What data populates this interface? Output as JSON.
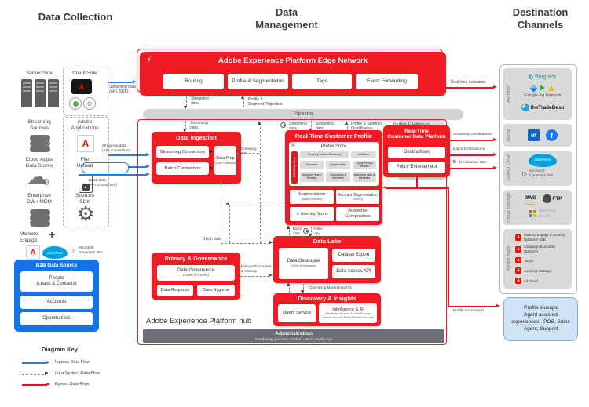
{
  "headers": {
    "collection": "Data Collection",
    "management": "Data\nManagement",
    "channels": "Destination\nChannels"
  },
  "icons": {
    "lightning": "⚡",
    "gear": "⚙",
    "cloud": "☁",
    "adobe_a": "A",
    "upload_arrow": "▲",
    "dynamics_arrow": "▷",
    "grid": "▦",
    "oplus": "⊕",
    "plus": "+",
    "bing_b": "b",
    "linkedin": "in",
    "facebook": "f"
  },
  "collection": {
    "server_side": "Server Side",
    "client_side": "Client Side",
    "streaming_api_sdk": "Streaming data\n(API, SDK)",
    "streaming_sources": "Streaming\nSources",
    "adobe_applications": "Adobe\nApplications",
    "cloud_apps": "Cloud Apps/\nData Stores",
    "file_upload": "File\nUpload",
    "enterprise_dw": "Enterprise\nDW / MDM",
    "sources_sdk": "Sources\nSDK",
    "streaming_api_connectors": "Streaming data\n(API, Connectors)",
    "batch_api_connectors": "Batch data\n(API, Connectors)",
    "marketo": "Marketo\nEngage",
    "salesforce": "salesforce",
    "dynamics": "Microsoft\nDynamics 365",
    "b2b": {
      "title": "B2B Data Source",
      "items": [
        "People\n(Leads & Contacts)",
        "Accounts",
        "Opportunities"
      ]
    },
    "key": {
      "title": "Diagram Key",
      "ingress": "Ingress Data Flow",
      "intra": "Intra System Data Flow",
      "egress": "Egress Data Flow"
    }
  },
  "edge": {
    "title": "Adobe Experience Platform Edge Network",
    "boxes": [
      "Routing",
      "Profile & Segmentaiton",
      "Tags",
      "Event Forwarding"
    ]
  },
  "pipeline": "Pipeline",
  "flows": {
    "streaming_data": "Streaming\ndata",
    "profile_segment_projection": "Profile &\nSegment Projection",
    "profile_segment_qualification": "Profile & Segment\nQualification",
    "profiles_audiences": "Profiles & Audiences",
    "batch_data": "Batch\ndata",
    "batch_data_inline": "Batch data",
    "profile_copy": "Profile\ncopy",
    "queries_model_insights": "Queries & Model Insights",
    "policy_cleanup": "Policy enforcement\n& cleanup",
    "real_time_activation": "Real-time Activation",
    "streaming_destinations": "Streaming Destinations",
    "batch_destinations": "Batch Destinations",
    "destination_sdk": "Destination SDK",
    "profile_access_api": "Profile Access API"
  },
  "hub": {
    "label": "Adobe Experience Platform hub",
    "ingestion": {
      "title": "Data Ingestion",
      "streaming_connectors": "Streaming Connectors",
      "batch_connectors": "Batch Connectors",
      "data_prep": "Data Prep",
      "data_prep_sub": "(XDM Translator)"
    },
    "rtcp": {
      "title": "Real-Time Customer Profile",
      "profile_store": "Profile Store",
      "b2b_entity_store": "B2B Entity Store",
      "chips": [
        "People (Leads & Contacts)",
        "Activities",
        "Accounts",
        "Opportunities",
        "Oppty-Person Relation",
        "Account-Person Relation",
        "Campaigns & Members",
        "Marketing Lists & Members"
      ],
      "segmentation": "Segmentation",
      "segmentation_sub": "(Batch/Stream)",
      "account_segmentation": "Account Segmentation",
      "account_segmentation_sub": "(Batch)",
      "identity_store": "Identity Store",
      "audience_composition": "Audience\nComposition"
    },
    "rtcdp": {
      "title": "Real-Time\nCustomer Data Platform",
      "destinations": "Destinations",
      "policy_enforcement": "Policy Enforcement"
    },
    "privacy": {
      "title": "Privacy & Governance",
      "data_governance": "Data Governance",
      "data_governance_sub": "(Labels & Policies)",
      "data_requests": "Data Requests",
      "data_hygiene": "Data Hygiene"
    },
    "lake": {
      "title": "Data Lake",
      "data_catalogue": "Data Catalogue",
      "data_catalogue_sub": "(XDM & Datasets)",
      "dataset_export": "Dataset Export",
      "data_access_api": "Data Access API"
    },
    "discovery": {
      "title": "Discovery & Insights",
      "query_service": "Query Service",
      "intelligence": "Intelligence & AI",
      "intelligence_sub": "(Predictive Account & Lead Scoring/\nLead-to-Account Match/Related Account)"
    },
    "admin": {
      "title": "Administration",
      "sub": "Sandboxing  |  Access Control  |  Alerts  |  Audit Logs"
    }
  },
  "dest": {
    "ad_tech": "Ad Tech",
    "bing": "Bing ads",
    "google": "Google Ad Network",
    "ttd": "theTradeDesk",
    "social": "Social",
    "sales_crm": "Sales / CRM",
    "salesforce": "salesforce",
    "dynamics": "Microsoft\nDynamics 365",
    "cloud_storage": "Cloud Storage",
    "aws": "aws",
    "ftp": "FTP",
    "azure": "Microsoft\nAzure",
    "adobe_apps": "Adobe Apps",
    "apps": [
      "Marketo Engage & Journey Optimizer B2B",
      "Campaign & Journey Optimizer",
      "Target",
      "Audience Manager",
      "Ad Cloud"
    ],
    "profile_lookups": "Profile lookups\nAgent assisted\nexperiences - POS, Sales\nAgent, Support"
  },
  "colors": {
    "adobe_red": "#EE1B22",
    "ingress_blue": "#2E7BD8",
    "egress_red": "#E8141E",
    "b2b_blue": "#1473E6",
    "panel_gray": "#D9D9D9",
    "admin_gray": "#6A6F75"
  }
}
